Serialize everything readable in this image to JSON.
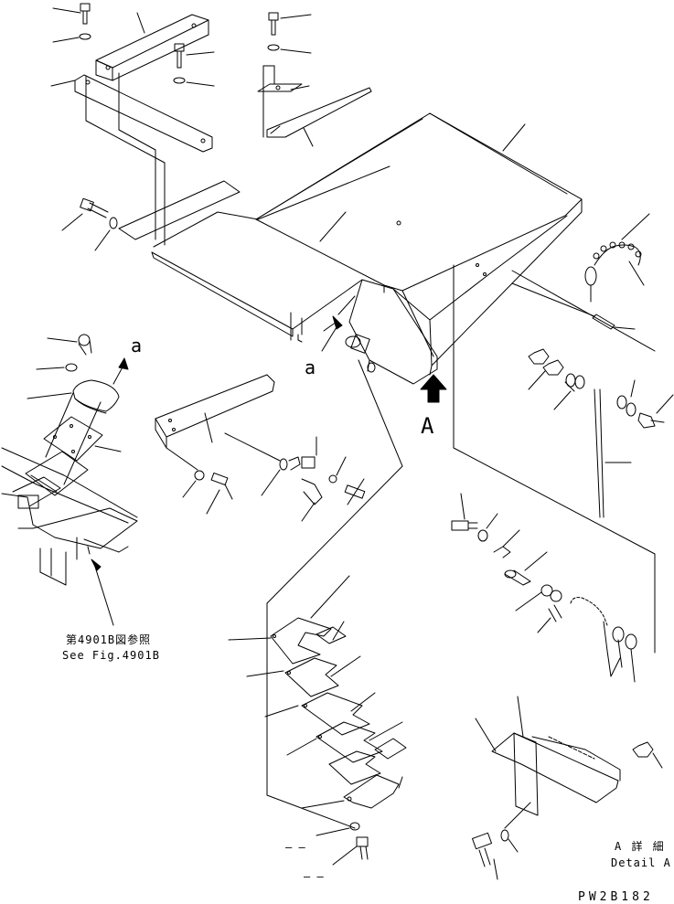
{
  "callouts": {
    "view_a_lower": "a",
    "view_a_upper": "a",
    "arrow_a": "A"
  },
  "reference": {
    "jp": "第4901B図参照",
    "en": "See Fig.4901B"
  },
  "detail": {
    "jp": "A 詳 細",
    "en": "Detail A"
  },
  "drawing_code": "PW2B182",
  "dash_marks": [
    "– –",
    "– –"
  ],
  "colors": {
    "line": "#000000",
    "background": "#ffffff",
    "arrow_fill": "#000000"
  }
}
